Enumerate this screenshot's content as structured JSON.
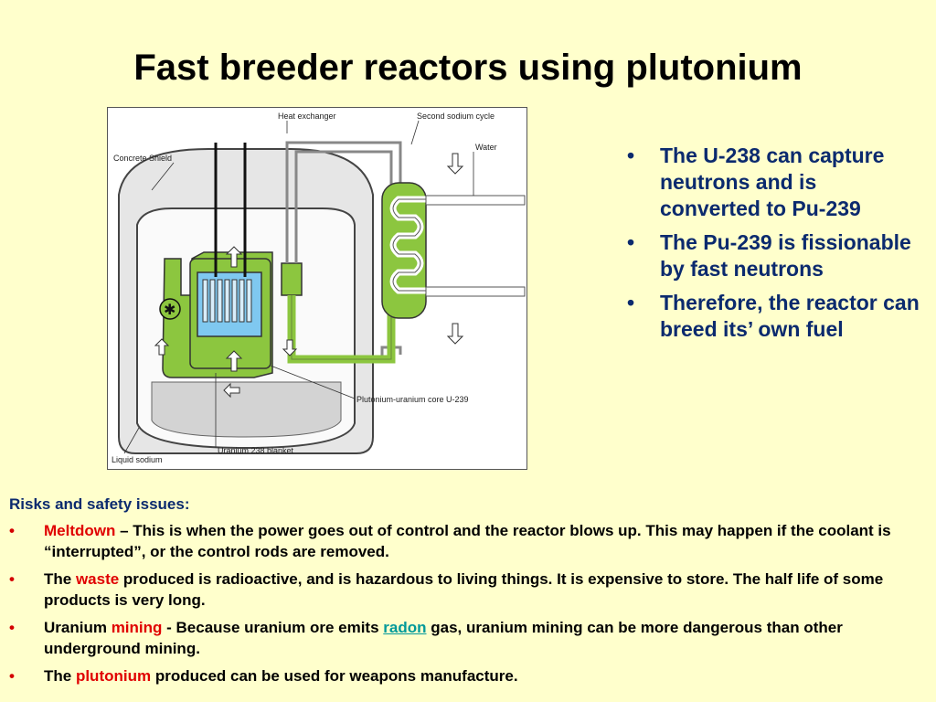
{
  "title": "Fast breeder reactors using plutonium",
  "diagram": {
    "labels": {
      "heat_exchanger": "Heat exchanger",
      "second_sodium_cycle": "Second sodium cycle",
      "water": "Water",
      "concrete_shield": "Concrete Shield",
      "core": "Plutonium-uranium core U-239",
      "liquid_sodium": "Liquid sodium",
      "blanket": "Uranium 238 blanket"
    },
    "colors": {
      "sodium": "#8cc63f",
      "core_blue": "#7fc8f0",
      "shield": "#d9d9d9"
    }
  },
  "facts": [
    "The U-238 can capture neutrons and is converted to Pu-239",
    "The Pu-239 is fissionable by fast neutrons",
    "Therefore, the reactor can breed its’ own fuel"
  ],
  "risks": {
    "heading": "Risks and safety issues:",
    "items": [
      {
        "pre": "",
        "term": "Meltdown",
        "post": " – This is when the power goes out of control and the reactor blows up. This may happen if the coolant is “interrupted”, or the control rods are removed."
      },
      {
        "pre": "The ",
        "term": "waste",
        "post": " produced is radioactive, and is hazardous to living things. It is expensive to store. The half life of some products is very long."
      },
      {
        "pre": "Uranium ",
        "term": "mining",
        "mid": " - Because uranium ore emits ",
        "link": "radon",
        "post": " gas, uranium mining can be more dangerous than other underground mining."
      },
      {
        "pre": "The ",
        "term": "plutonium",
        "post": " produced can be used for weapons manufacture."
      }
    ]
  },
  "colors": {
    "background": "#ffffcc",
    "bullet_text": "#0b2a6e",
    "highlight": "#e00000",
    "link": "#009999"
  }
}
